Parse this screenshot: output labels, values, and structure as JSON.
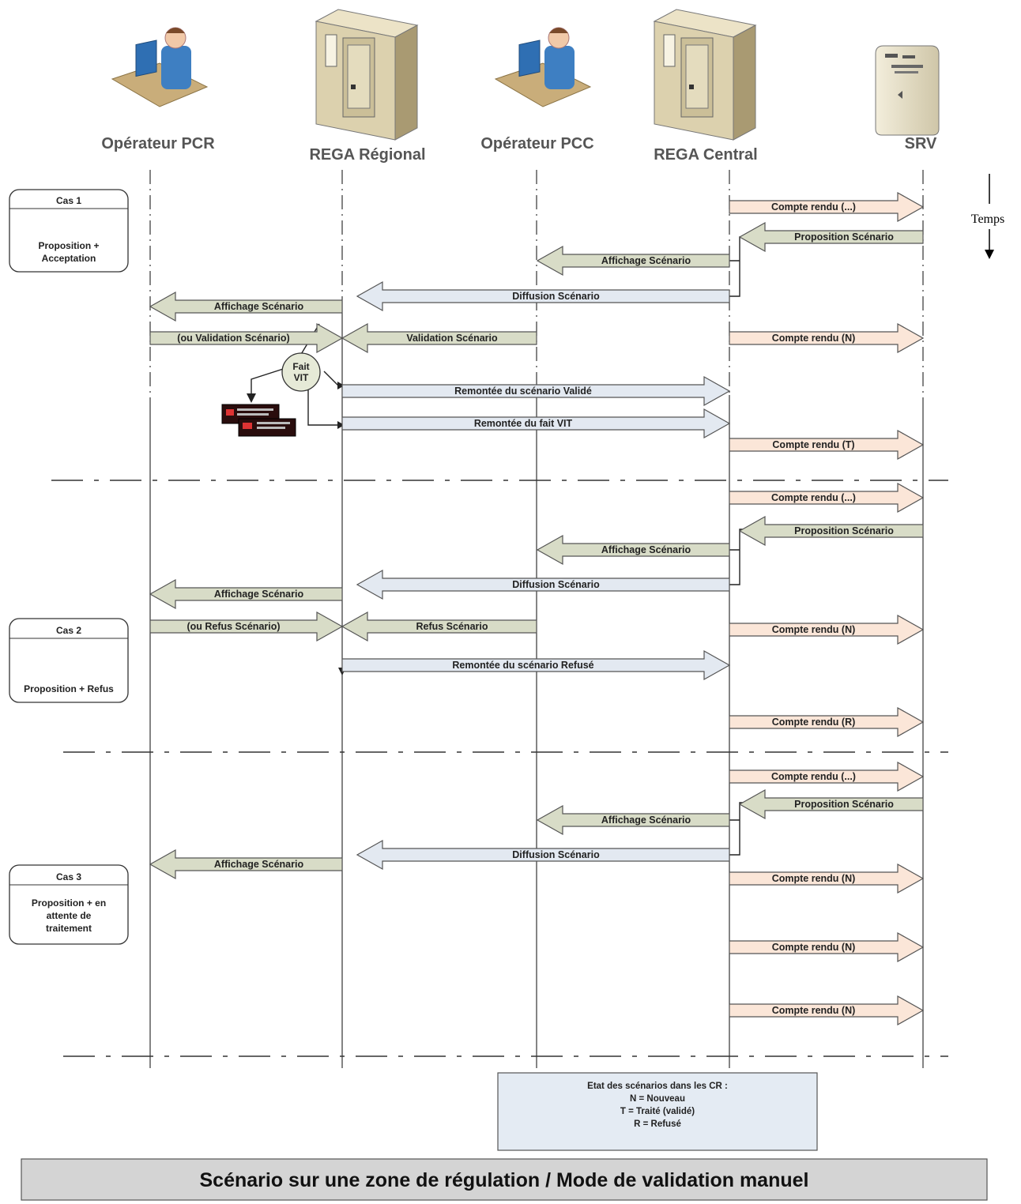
{
  "actors": [
    {
      "label": "Opérateur PCR",
      "icon": "operator-icon"
    },
    {
      "label": "REGA Régional",
      "icon": "server-tower-icon"
    },
    {
      "label": "Opérateur PCC",
      "icon": "operator-icon"
    },
    {
      "label": "REGA Central",
      "icon": "server-tower-icon"
    },
    {
      "label": "SRV",
      "icon": "server-icon"
    }
  ],
  "time_label": "Temps",
  "cases": [
    {
      "title": "Cas 1",
      "desc": [
        "Proposition +",
        "Acceptation"
      ]
    },
    {
      "title": "Cas 2",
      "desc": [
        "Proposition + Refus"
      ]
    },
    {
      "title": "Cas 3",
      "desc": [
        "Proposition + en",
        "attente de",
        "traitement"
      ]
    }
  ],
  "colors": {
    "green": "#d8dcc7",
    "blue": "#e3e9f1",
    "peach": "#fbe6d8",
    "stroke": "#555555"
  },
  "messages": [
    {
      "label": "Compte rendu (...)",
      "color": "peach"
    },
    {
      "label": "Proposition Scénario",
      "color": "green"
    },
    {
      "label": "Affichage Scénario",
      "color": "green"
    },
    {
      "label": "Diffusion Scénario",
      "color": "blue"
    },
    {
      "label": "Affichage Scénario",
      "color": "green"
    },
    {
      "label": "(ou Validation Scénario)",
      "color": "green"
    },
    {
      "label": "Validation Scénario",
      "color": "green"
    },
    {
      "label": "Compte rendu (N)",
      "color": "peach"
    },
    {
      "label": "Remontée du scénario Validé",
      "color": "blue"
    },
    {
      "label": "Remontée du fait VIT",
      "color": "blue"
    },
    {
      "label": "Compte rendu (T)",
      "color": "peach"
    },
    {
      "label": "Compte rendu (...)",
      "color": "peach"
    },
    {
      "label": "Proposition Scénario",
      "color": "green"
    },
    {
      "label": "Affichage Scénario",
      "color": "green"
    },
    {
      "label": "Diffusion Scénario",
      "color": "blue"
    },
    {
      "label": "Affichage Scénario",
      "color": "green"
    },
    {
      "label": "(ou Refus Scénario)",
      "color": "green"
    },
    {
      "label": "Refus Scénario",
      "color": "green"
    },
    {
      "label": "Compte rendu (N)",
      "color": "peach"
    },
    {
      "label": "Remontée du scénario Refusé",
      "color": "blue"
    },
    {
      "label": "Compte rendu (R)",
      "color": "peach"
    },
    {
      "label": "Compte rendu (...)",
      "color": "peach"
    },
    {
      "label": "Proposition Scénario",
      "color": "green"
    },
    {
      "label": "Affichage Scénario",
      "color": "green"
    },
    {
      "label": "Diffusion Scénario",
      "color": "blue"
    },
    {
      "label": "Affichage Scénario",
      "color": "green"
    },
    {
      "label": "Compte rendu (N)",
      "color": "peach"
    },
    {
      "label": "Compte rendu (N)",
      "color": "peach"
    },
    {
      "label": "Compte rendu (N)",
      "color": "peach"
    }
  ],
  "fait_vit": [
    "Fait",
    "VIT"
  ],
  "legend": [
    "Etat des scénarios dans les CR :",
    "N = Nouveau",
    "T = Traité (validé)",
    "R = Refusé"
  ],
  "title": "Scénario sur une zone de régulation / Mode de validation manuel"
}
